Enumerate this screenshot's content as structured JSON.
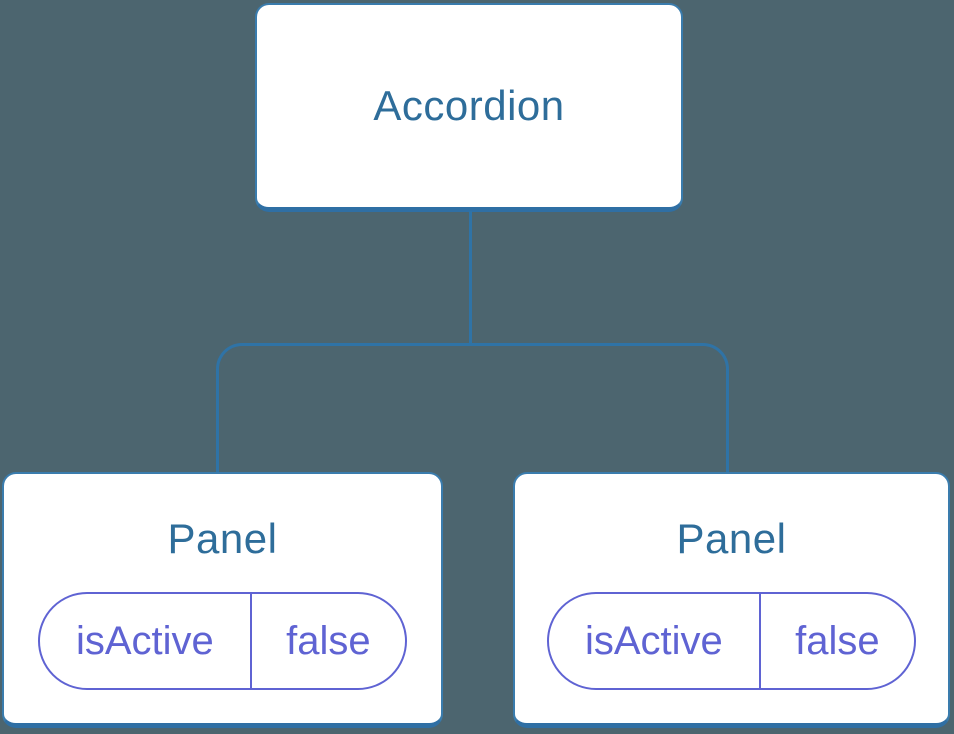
{
  "colors": {
    "background": "#4c656f",
    "node_background": "#ffffff",
    "node_border": "#3a7cad",
    "node_border_bottom": "#2f6fa4",
    "node_label": "#2e6d9a",
    "connector": "#2f73a6",
    "state_accent": "#5f63d3"
  },
  "tree": {
    "root": {
      "label": "Accordion"
    },
    "children": [
      {
        "label": "Panel",
        "state": {
          "key": "isActive",
          "value": "false"
        }
      },
      {
        "label": "Panel",
        "state": {
          "key": "isActive",
          "value": "false"
        }
      }
    ]
  }
}
